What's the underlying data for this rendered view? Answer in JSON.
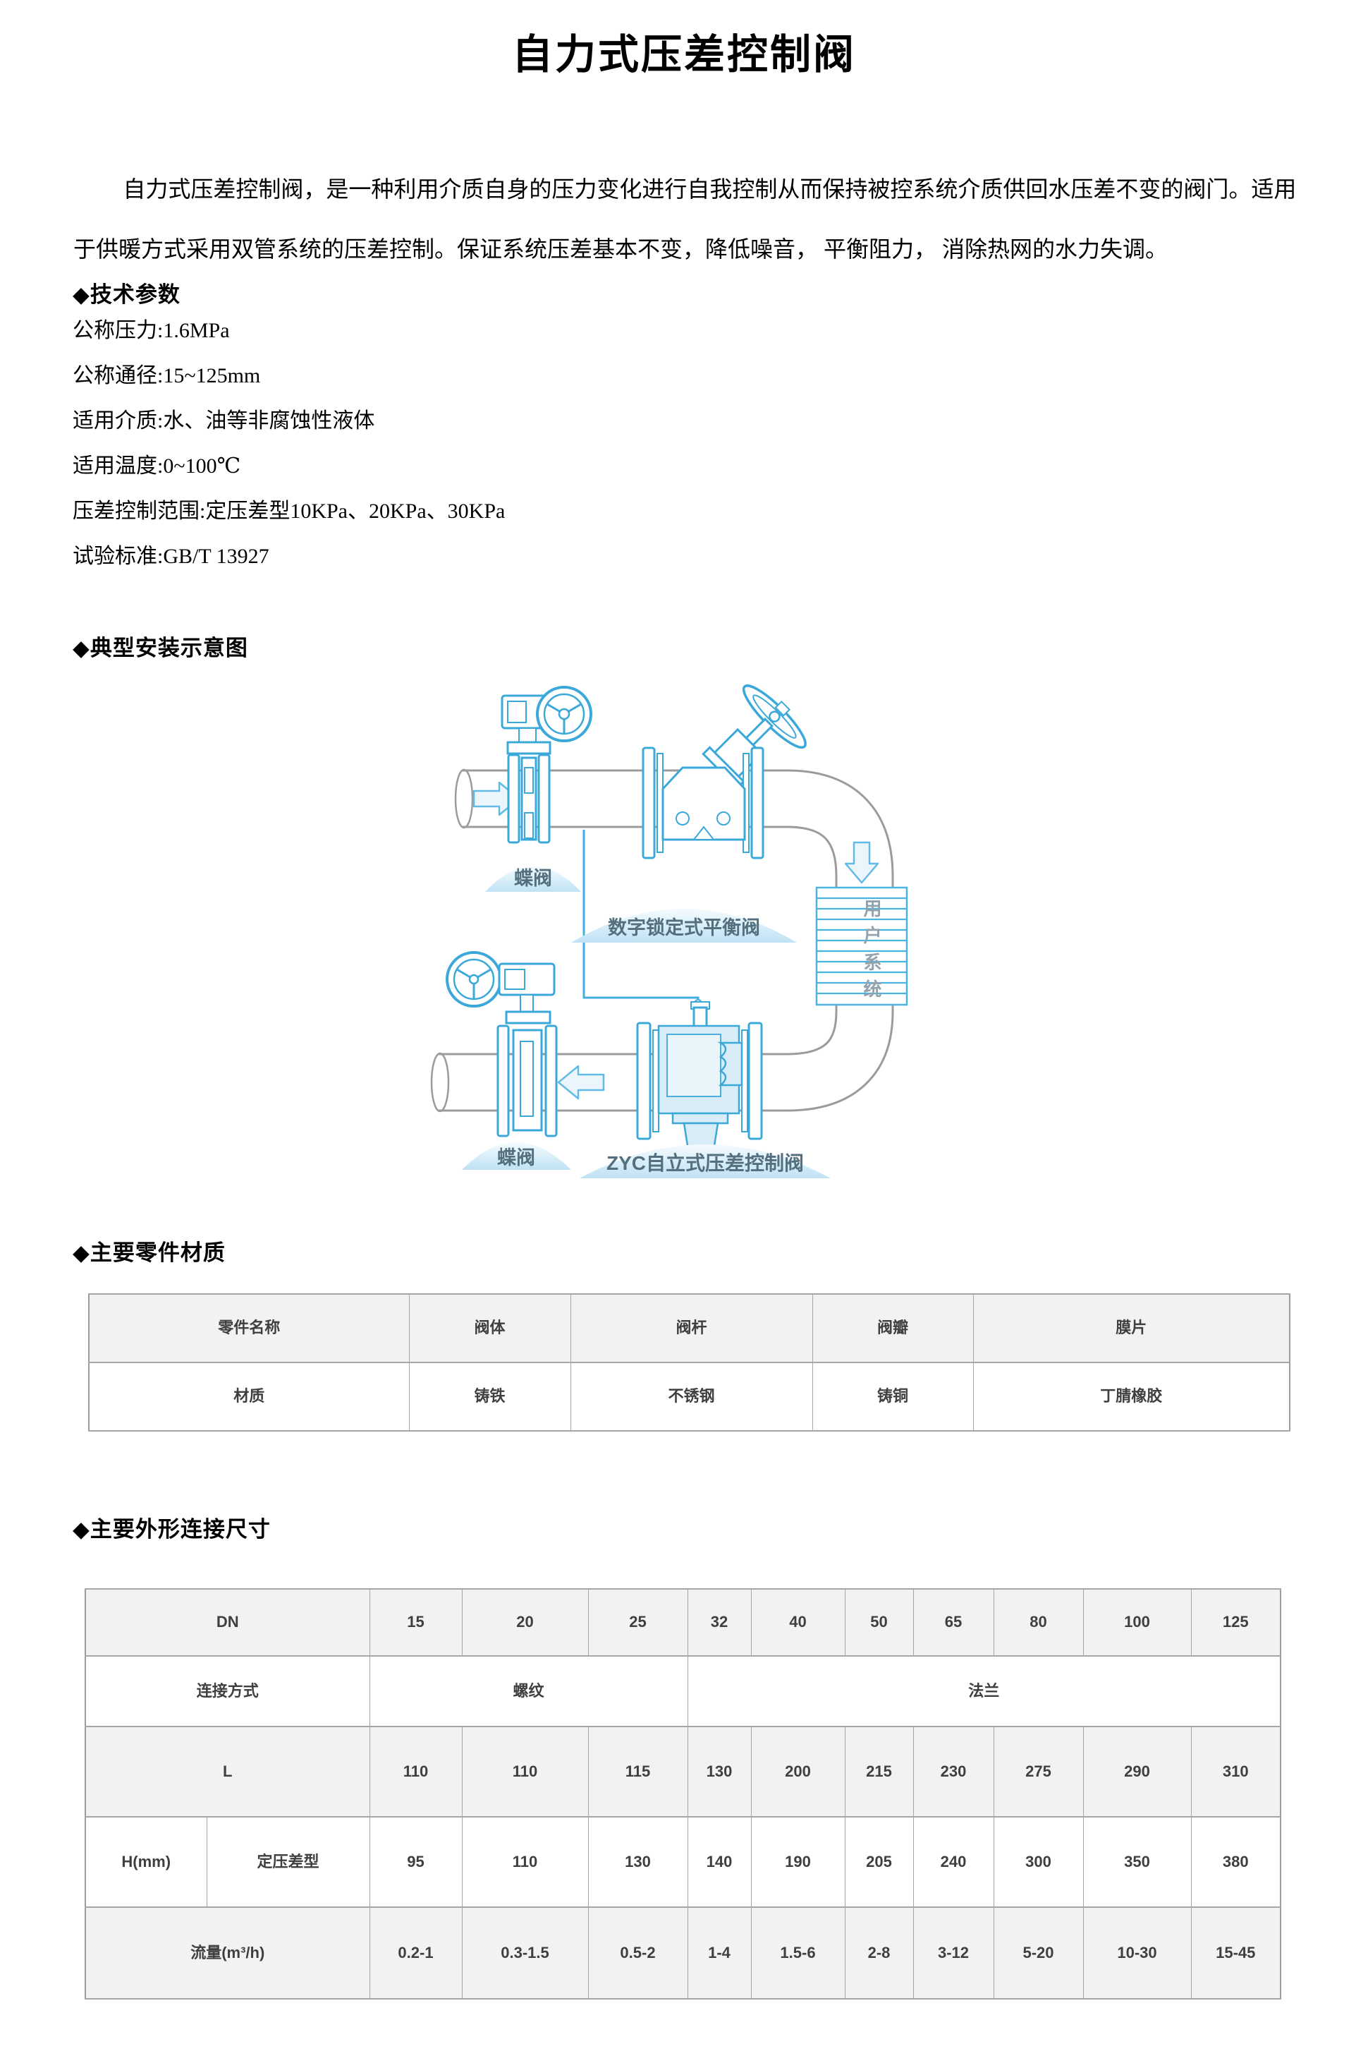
{
  "page": {
    "title": "自力式压差控制阀",
    "intro": "自力式压差控制阀，是一种利用介质自身的压力变化进行自我控制从而保持被控系统介质供回水压差不变的阀门。适用于供暖方式采用双管系统的压差控制。保证系统压差基本不变，降低噪音， 平衡阻力， 消除热网的水力失调。"
  },
  "tech_params": {
    "heading": "◆技术参数",
    "items": [
      "公称压力:1.6MPa",
      "公称通径:15~125mm",
      "适用介质:水、油等非腐蚀性液体",
      "适用温度:0~100℃",
      "压差控制范围:定压差型10KPa、20KPa、30KPa",
      "试验标准:GB/T 13927"
    ]
  },
  "installation": {
    "heading": "◆典型安装示意图",
    "labels": {
      "butterfly_top": "蝶阀",
      "balance_valve": "数字锁定式平衡阀",
      "user_system": "用户系统",
      "butterfly_bottom": "蝶阀",
      "zyc_valve": "ZYC自立式压差控制阀"
    }
  },
  "materials": {
    "heading": "◆主要零件材质",
    "table": {
      "headers": [
        "零件名称",
        "阀体",
        "阀杆",
        "阀瓣",
        "膜片"
      ],
      "row_label": "材质",
      "values": [
        "铸铁",
        "不锈钢",
        "铸铜",
        "丁腈橡胶"
      ]
    }
  },
  "dimensions": {
    "heading": "◆主要外形连接尺寸",
    "table": {
      "dn_label": "DN",
      "dn": [
        "15",
        "20",
        "25",
        "32",
        "40",
        "50",
        "65",
        "80",
        "100",
        "125"
      ],
      "connection_label": "连接方式",
      "thread": "螺纹",
      "flange": "法兰",
      "l_label": "L",
      "l": [
        "110",
        "110",
        "115",
        "130",
        "200",
        "215",
        "230",
        "275",
        "290",
        "310"
      ],
      "h_label": "H(mm)",
      "h_sub_label": "定压差型",
      "h": [
        "95",
        "110",
        "130",
        "140",
        "190",
        "205",
        "240",
        "300",
        "350",
        "380"
      ],
      "flow_label": "流量(m³/h)",
      "flow": [
        "0.2-1",
        "0.3-1.5",
        "0.5-2",
        "1-4",
        "1.5-6",
        "2-8",
        "3-12",
        "5-20",
        "10-30",
        "15-45"
      ]
    }
  }
}
